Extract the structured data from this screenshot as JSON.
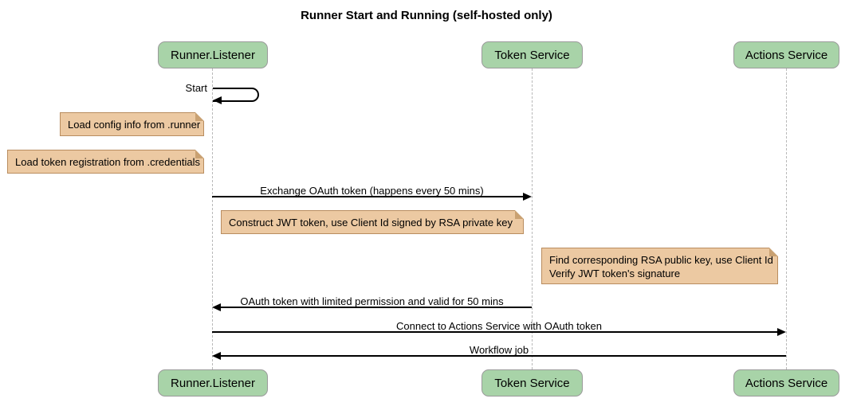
{
  "title": "Runner Start and Running (self-hosted only)",
  "participants": [
    {
      "label": "Runner.Listener"
    },
    {
      "label": "Token Service"
    },
    {
      "label": "Actions Service"
    }
  ],
  "messages": [
    {
      "label": "Start",
      "type": "self",
      "from": "Runner.Listener",
      "to": "Runner.Listener"
    },
    {
      "label": "Exchange OAuth token (happens every 50 mins)",
      "type": "solid",
      "from": "Runner.Listener",
      "to": "Token Service"
    },
    {
      "label": "OAuth token with limited permission and valid for 50 mins",
      "type": "solid",
      "from": "Token Service",
      "to": "Runner.Listener"
    },
    {
      "label": "Connect to Actions Service with OAuth token",
      "type": "solid",
      "from": "Runner.Listener",
      "to": "Actions Service"
    },
    {
      "label": "Workflow job",
      "type": "solid",
      "from": "Actions Service",
      "to": "Runner.Listener"
    }
  ],
  "notes": [
    {
      "side": "left of Runner.Listener",
      "lines": [
        "Load config info from .runner"
      ]
    },
    {
      "side": "left of Runner.Listener",
      "lines": [
        "Load token registration from .credentials"
      ]
    },
    {
      "side": "right of Runner.Listener",
      "lines": [
        "Construct JWT token, use Client Id signed by RSA private key"
      ]
    },
    {
      "side": "right of Token Service",
      "lines": [
        "Find corresponding RSA public key, use Client Id",
        "Verify JWT token's signature"
      ]
    }
  ],
  "colors": {
    "participant_fill": "#a8d3a8",
    "participant_border": "#9a9a9a",
    "note_fill": "#ecc9a2",
    "note_border": "#b98d5f",
    "note_fold": "#c9a172",
    "lifeline": "#b9b9b9",
    "arrow": "#000000",
    "background": "#ffffff",
    "text": "#000000"
  }
}
